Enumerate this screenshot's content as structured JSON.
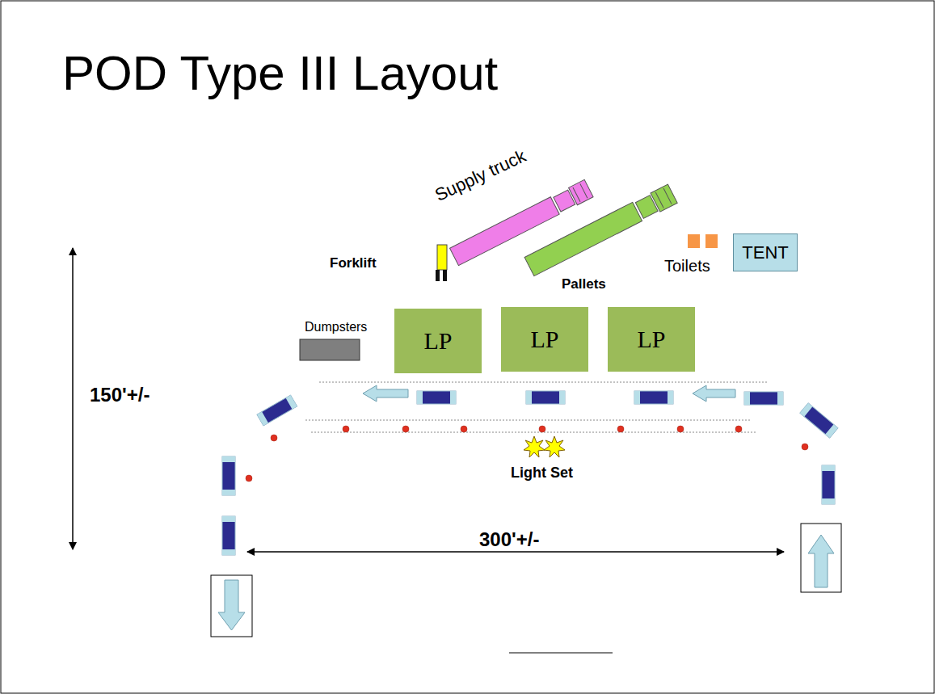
{
  "diagram": {
    "title": "POD Type III Layout",
    "nodes": [
      {
        "text": [
          "LP"
        ]
      },
      {
        "text": [
          "LP"
        ]
      },
      {
        "text": [
          "LP"
        ]
      },
      {
        "text": [
          "TENT"
        ]
      }
    ],
    "labels": [
      "Supply truck",
      "Forklift",
      "Pallets",
      "Toilets",
      "Dumpsters",
      "150'+/-",
      "300'+/-",
      "Light Set"
    ]
  }
}
